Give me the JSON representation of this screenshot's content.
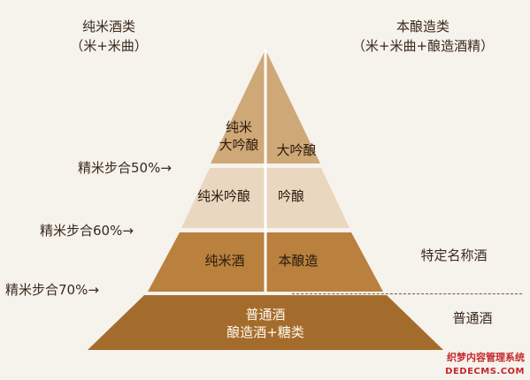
{
  "left_header": {
    "title": "纯米酒类",
    "sub": "（米+米曲）"
  },
  "right_header": {
    "title": "本酿造类",
    "sub": "（米+米曲+酿造酒精）"
  },
  "tiers": {
    "top_left": [
      "纯米",
      "大吟酿"
    ],
    "top_right": "大吟酿",
    "mid_left": "纯米吟酿",
    "mid_right": "吟酿",
    "low_left": "纯米酒",
    "low_right": "本酿造",
    "base": [
      "普通酒",
      "酿造酒+糖类"
    ]
  },
  "polish_labels": [
    "精米步合50%→",
    "精米步合60%→",
    "精米步合70%→"
  ],
  "side_labels": {
    "special": "特定名称酒",
    "regular": "普通酒"
  },
  "watermark": {
    "cn": "织梦内容管理系统",
    "en": "DEDECMS.COM"
  },
  "colors": {
    "top": "#cfa878",
    "mid": "#ead7bf",
    "low": "#b9803e",
    "base": "#a46c2c"
  }
}
